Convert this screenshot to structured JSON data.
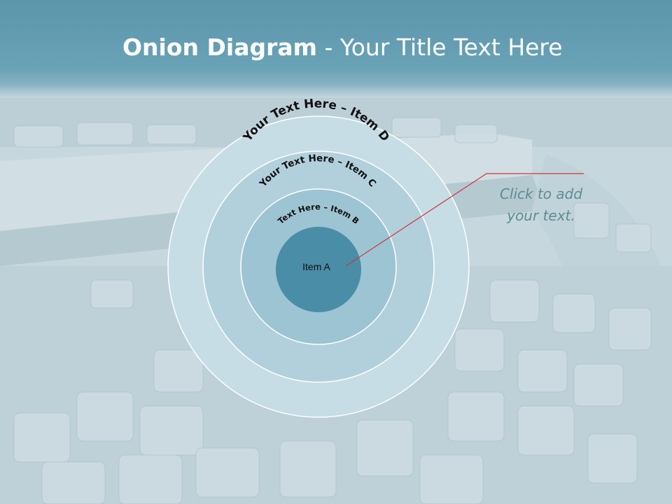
{
  "slide": {
    "title_bold": "Onion Diagram",
    "title_rest": " - Your Title Text Here"
  },
  "onion": {
    "ring_d_label": "Your Text Here – Item D",
    "ring_c_label": "Your Text Here – Item C",
    "ring_b_label": "Text Here – Item B",
    "center_label": "Item A",
    "colors": {
      "ring_d": "#c6dde6",
      "ring_c": "#b1d0dc",
      "ring_b": "#9dc4d3",
      "center": "#4a8da6",
      "label": "#111111",
      "leader_line": "#d2353a"
    }
  },
  "callout": {
    "line1": "Click  to add",
    "line2": "your text."
  }
}
